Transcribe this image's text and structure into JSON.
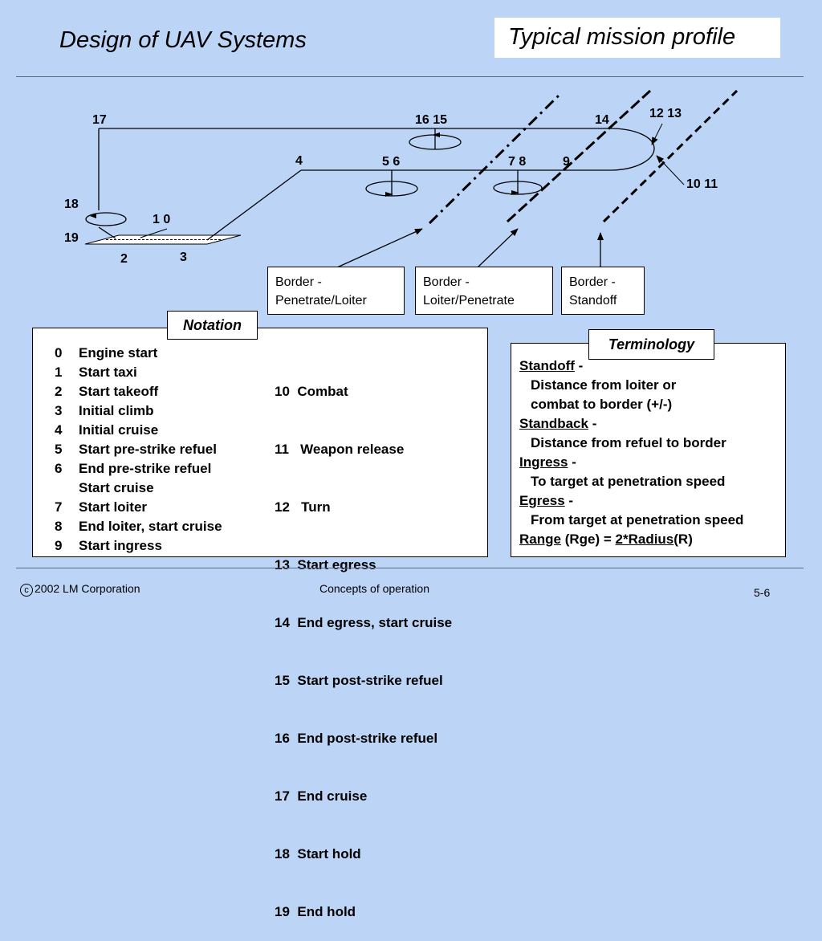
{
  "header": {
    "title": "Design of UAV Systems",
    "subtitle": "Typical mission profile"
  },
  "diagram": {
    "point_labels": {
      "p17": "17",
      "p16_15": "16  15",
      "p14": "14",
      "p12_13": "12 13",
      "p4": "4",
      "p5_6": "5  6",
      "p7_8": "7  8",
      "p9": "9",
      "p10_11": "10 11",
      "p18": "18",
      "p1_0": "1  0",
      "p19": "19",
      "p2": "2",
      "p3": "3"
    },
    "borders": [
      {
        "line1": "Border -",
        "line2": "Penetrate/Loiter"
      },
      {
        "line1": "Border -",
        "line2": "Loiter/Penetrate"
      },
      {
        "line1": "Border -",
        "line2": "Standoff"
      }
    ]
  },
  "notation": {
    "heading": "Notation",
    "left": [
      {
        "num": "0",
        "text": "Engine start"
      },
      {
        "num": "1",
        "text": "Start taxi"
      },
      {
        "num": "2",
        "text": "Start takeoff"
      },
      {
        "num": "3",
        "text": "Initial climb"
      },
      {
        "num": "4",
        "text": "Initial cruise"
      },
      {
        "num": "5",
        "text": "Start pre-strike refuel"
      },
      {
        "num": "6",
        "text": "End pre-strike refuel"
      },
      {
        "num": "",
        "text": "Start cruise"
      },
      {
        "num": "7",
        "text": "Start loiter"
      },
      {
        "num": "8",
        "text": "End loiter, start cruise"
      },
      {
        "num": "9",
        "text": "Start ingress"
      }
    ],
    "right": [
      "10  Combat",
      "11   Weapon release",
      "12   Turn",
      "13  Start egress",
      "14  End egress, start cruise",
      "15  Start post-strike refuel",
      "16  End post-strike refuel",
      "17  End cruise",
      "18  Start hold",
      "19  End hold"
    ]
  },
  "terminology": {
    "heading": "Terminology",
    "standoff_term": "Standoff",
    "standoff_sep": " -",
    "standoff_def1": "Distance from loiter or",
    "standoff_def2": "combat  to border (+/-)",
    "standback_term": "Standback",
    "standback_sep": " -",
    "standback_def": "Distance from refuel to border",
    "ingress_term": "Ingress",
    "ingress_sep": " -",
    "ingress_def": "To target at penetration speed",
    "egress_term": "Egress",
    "egress_sep": " -",
    "egress_def": "From target at penetration speed",
    "range_term": "Range",
    "range_mid": " (Rge) = ",
    "range_formula": "2*Radius",
    "range_end": "(R)"
  },
  "footer": {
    "copyright_symbol": "c",
    "copyright_text": "2002 LM Corporation",
    "center": "Concepts of operation",
    "page": "5-6"
  }
}
